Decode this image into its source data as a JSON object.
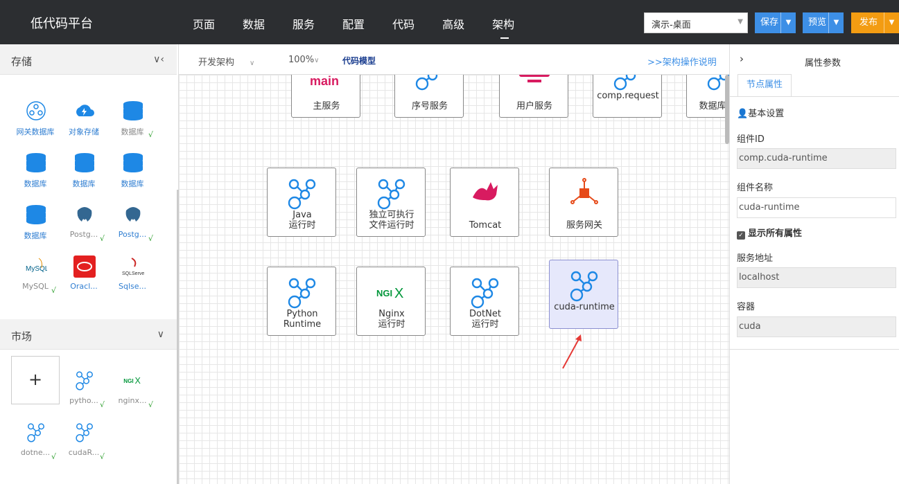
{
  "app": {
    "title": "低代码平台"
  },
  "nav": {
    "items": [
      "页面",
      "数据",
      "服务",
      "配置",
      "代码",
      "高级",
      "架构"
    ],
    "active_index": 6
  },
  "env_select": {
    "value": "演示-桌面"
  },
  "buttons": {
    "save": "保存",
    "preview": "预览",
    "publish": "发布"
  },
  "colors": {
    "primary": "#3d8fe6",
    "publish": "#f39c12",
    "topbar": "#2c2e31",
    "check": "#2a9d2a",
    "node_icon": "#1e88e5"
  },
  "left_panel": {
    "storage": {
      "title": "存储",
      "items": [
        {
          "label": "网关数据库",
          "icon": "gateway-db-icon",
          "checked": false
        },
        {
          "label": "对象存储",
          "icon": "cloud-storage-icon",
          "checked": false
        },
        {
          "label": "数据库",
          "icon": "database-icon",
          "checked": true,
          "gray": true
        },
        {
          "label": "数据库",
          "icon": "database-icon",
          "checked": false
        },
        {
          "label": "数据库",
          "icon": "database-icon",
          "checked": false
        },
        {
          "label": "数据库",
          "icon": "database-icon",
          "checked": false
        },
        {
          "label": "数据库",
          "icon": "database-icon",
          "checked": false
        },
        {
          "label": "Postg...",
          "icon": "postgresql-icon",
          "checked": true,
          "gray": true
        },
        {
          "label": "Postg...",
          "icon": "postgresql-icon",
          "checked": true
        },
        {
          "label": "MySQL",
          "icon": "mysql-icon",
          "checked": true,
          "gray": true
        },
        {
          "label": "Oracl...",
          "icon": "oracle-icon",
          "checked": false
        },
        {
          "label": "Sqlse...",
          "icon": "sqlserver-icon",
          "checked": false
        }
      ]
    },
    "market": {
      "title": "市场",
      "add": "+",
      "items": [
        {
          "label": "pytho...",
          "icon": "node-graph-icon",
          "checked": true
        },
        {
          "label": "nginx...",
          "icon": "nginx-icon",
          "checked": true
        },
        {
          "label": "dotne...",
          "icon": "node-graph-icon",
          "checked": true
        },
        {
          "label": "cudaR...",
          "icon": "node-graph-icon",
          "checked": true
        }
      ]
    }
  },
  "toolbar": {
    "arch": "开发架构",
    "zoom": "100%",
    "code_model": "代码模型",
    "help": ">>架构操作说明"
  },
  "canvas": {
    "nodes": [
      {
        "label": "主服务",
        "icon": "main-icon"
      },
      {
        "label": "序号服务",
        "icon": "node-graph-icon"
      },
      {
        "label": "用户服务",
        "icon": "user-monitor-icon"
      },
      {
        "label": "comp.request",
        "icon": "node-graph-icon"
      },
      {
        "label": "数据库客户",
        "icon": "node-graph-icon"
      },
      {
        "label": "Java\n运行时",
        "icon": "node-graph-icon"
      },
      {
        "label": "独立可执行\n文件运行时",
        "icon": "node-graph-icon"
      },
      {
        "label": "Tomcat",
        "icon": "tomcat-icon"
      },
      {
        "label": "服务网关",
        "icon": "gateway-icon"
      },
      {
        "label": "Python\nRuntime",
        "icon": "node-graph-icon"
      },
      {
        "label": "Nginx\n运行时",
        "icon": "nginx-icon"
      },
      {
        "label": "DotNet\n运行时",
        "icon": "node-graph-icon"
      },
      {
        "label": "cuda-runtime",
        "icon": "node-graph-icon",
        "selected": true
      }
    ]
  },
  "right_panel": {
    "title": "属性参数",
    "tab": "节点属性",
    "section": "基本设置",
    "fields": {
      "id_label": "组件ID",
      "id_value": "comp.cuda-runtime",
      "name_label": "组件名称",
      "name_value": "cuda-runtime",
      "show_all": "显示所有属性",
      "addr_label": "服务地址",
      "addr_value": "localhost",
      "container_label": "容器",
      "container_value": "cuda"
    }
  }
}
